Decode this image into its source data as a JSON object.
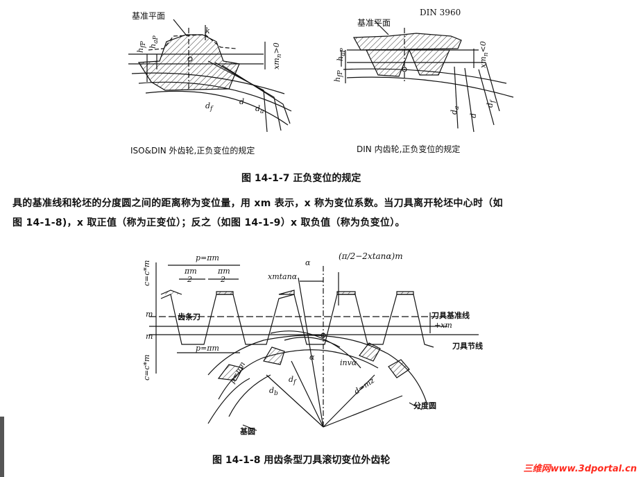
{
  "fig1": {
    "left_label_top": "基准平面",
    "right_label_top": "基准平面",
    "din_code": "DIN 3960",
    "left_sub": "ISO&DIN 外齿轮,正负变位的规定",
    "right_sub": "DIN 内齿轮,正负变位的规定",
    "left_symbols": [
      "h_fP",
      "h_aP",
      "k",
      "xm_n>0",
      "d_f",
      "d",
      "d_a"
    ],
    "right_symbols": [
      "h_fP",
      "h_aP",
      "xm_n<0",
      "d_a",
      "d",
      "d_f"
    ],
    "caption": "图 14-1-7    正负变位的规定"
  },
  "paragraph": {
    "line1": "具的基准线和轮坯的分度圆之间的距离称为变位量，用 xm 表示，x 称为变位系数。当刀具离开轮坯中心时（如",
    "line2": "图 14-1-8)，x 取正值（称为正变位）；反之（如图 14-1-9）x 取负值（称为负变位）。"
  },
  "fig2": {
    "p_top": "p=πm",
    "half_pitch_num": "πm",
    "half_pitch_den": "2",
    "c_top": "c=c*m",
    "m_top": "m",
    "m_mid": "m",
    "c_bottom": "c=c*m",
    "rack_label": "齿条刀",
    "p_bottom": "p=πm",
    "alpha": "α",
    "xmtan": "xmtanα",
    "formula": "(π/2−2xtanα)m",
    "base_line_label": "刀具基准线",
    "plus_xm": "+xm",
    "pitch_line_label": "刀具节线",
    "alpha2": "α",
    "inv_alpha": "invα",
    "p_arc": "p=πm",
    "df": "d_f",
    "db": "d_b",
    "d_mz": "d=mz",
    "pitch_circle": "分度圆",
    "base_circle": "基圆",
    "caption": "图 14-1-8    用齿条型刀具滚切变位外齿轮"
  },
  "watermark": "三维网www.3dportal.cn"
}
